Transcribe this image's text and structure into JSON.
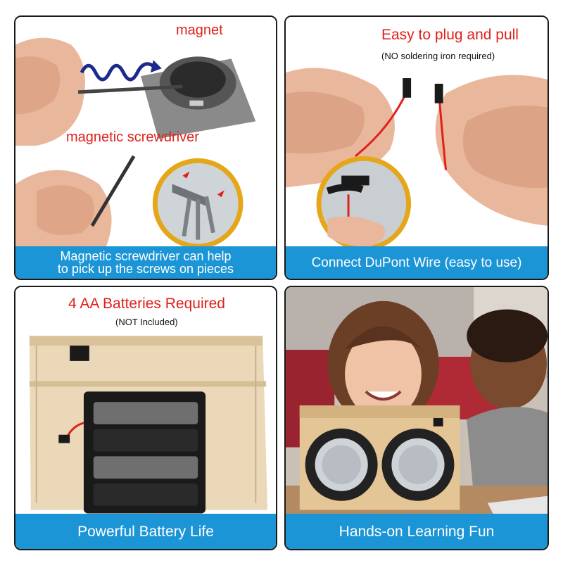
{
  "panels": [
    {
      "labels": {
        "magnet": "magnet",
        "screwdriver": "magnetic screwdriver"
      },
      "caption": "Magnetic screwdriver can help\nto pick up the screws on pieces"
    },
    {
      "title": "Easy to plug and pull",
      "subtitle": "(NO soldering iron required)",
      "caption": "Connect DuPont Wire (easy to use)"
    },
    {
      "title": "4 AA Batteries Required",
      "subtitle": "(NOT Included)",
      "caption": "Powerful Battery Life"
    },
    {
      "caption": "Hands-on Learning Fun"
    }
  ],
  "colors": {
    "banner": "#1b95d6",
    "accent_red": "#e0201b",
    "border": "#1a1a1a"
  }
}
